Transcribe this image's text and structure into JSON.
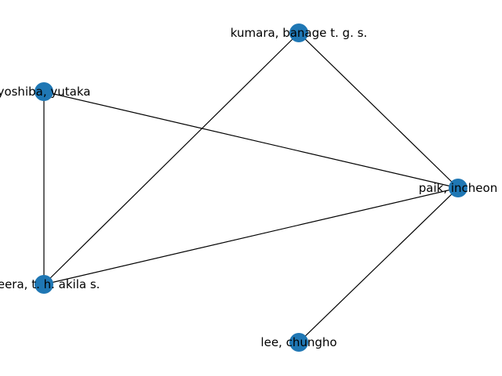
{
  "graph": {
    "node_color": "#1f77b4",
    "edge_color": "#000000",
    "nodes": [
      {
        "id": "kumara",
        "label": "kumara, banage t. g. s."
      },
      {
        "id": "yoshiba",
        "label": "yoshiba, yutaka"
      },
      {
        "id": "paik",
        "label": "paik, incheon"
      },
      {
        "id": "weera",
        "label": "weera, t. h. akila s."
      },
      {
        "id": "lee",
        "label": "lee, chungho"
      }
    ],
    "edges": [
      [
        "kumara",
        "paik"
      ],
      [
        "kumara",
        "weera"
      ],
      [
        "yoshiba",
        "paik"
      ],
      [
        "yoshiba",
        "weera"
      ],
      [
        "weera",
        "paik"
      ],
      [
        "lee",
        "paik"
      ]
    ]
  }
}
